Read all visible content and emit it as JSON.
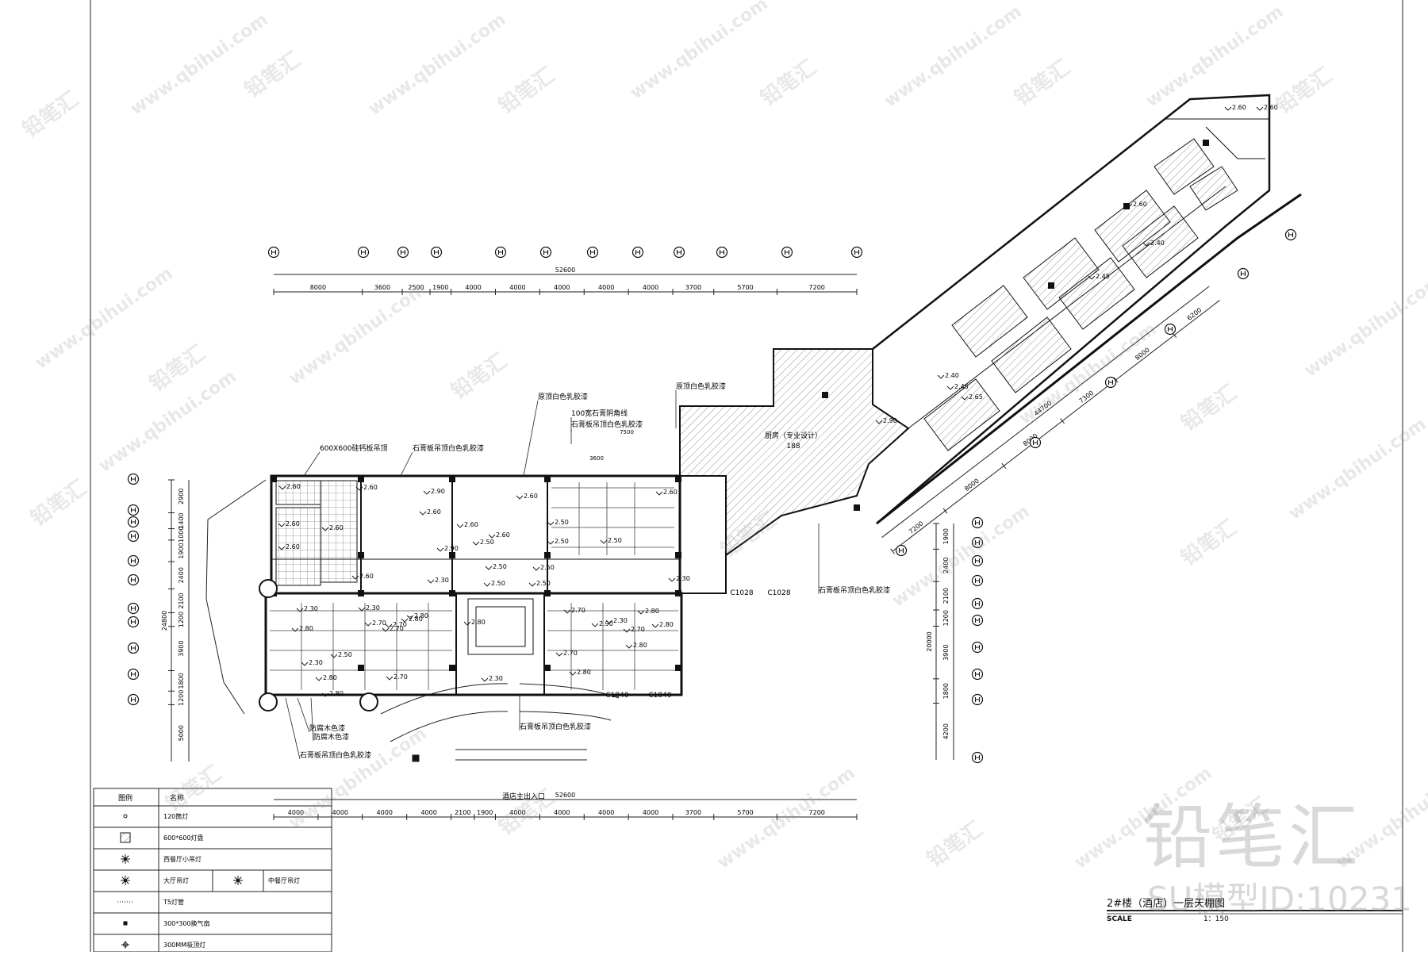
{
  "drawing": {
    "title": "2#楼（酒店）一层天棚图",
    "scale_label": "SCALE",
    "scale_value": "1：150",
    "main_entrance": "酒店主出入口",
    "kitchen_label": "厨房（专业设计）",
    "kitchen_height": "188"
  },
  "dimensions": {
    "top_total": "52600",
    "top_segments": [
      "8000",
      "3600",
      "2500",
      "1900",
      "4000",
      "4000",
      "4000",
      "4000",
      "4000",
      "3700",
      "5700",
      "7200"
    ],
    "bottom_total": "52600",
    "bottom_segments": [
      "4000",
      "4000",
      "4000",
      "4000",
      "2100",
      "1900",
      "4000",
      "4000",
      "4000",
      "4000",
      "3700",
      "5700",
      "7200"
    ],
    "left_total": "24800",
    "left_segments": [
      "2900",
      "1400",
      "1000",
      "1900",
      "2400",
      "2100",
      "1200",
      "3900",
      "1800",
      "1200",
      "5000"
    ],
    "right_total": "20000",
    "right_segments": [
      "1900",
      "2400",
      "2100",
      "1200",
      "3900",
      "1800",
      "4200"
    ],
    "wing_total": "44700",
    "wing_segments": [
      "6200",
      "8000",
      "7300",
      "8000",
      "8000",
      "7200"
    ],
    "kitchen_dims": [
      "7500",
      "3600"
    ]
  },
  "annotations": {
    "gypsum_ceiling_1": "石膏板吊顶白色乳胶漆",
    "gypsum_ceiling_2": "石膏板吊顶白色乳胶漆",
    "gypsum_ceiling_3": "石膏板吊顶白色乳胶漆",
    "gypsum_ceiling_4": "石膏板吊顶白色乳胶漆",
    "gypsum_ceiling_5": "石膏板吊顶白色乳胶漆",
    "original_ceiling_1": "原顶白色乳胶漆",
    "original_ceiling_2": "原顶白色乳胶漆",
    "cornice": "100宽石膏阴角线",
    "calcium_panel": "600X600硅钙板吊顶",
    "wood_paint_1": "防腐木色漆",
    "wood_paint_2": "防腐木色漆",
    "door_1": "C1028",
    "door_2": "C1028",
    "door_3": "C1840",
    "door_4": "C1840"
  },
  "heights": [
    "2.60",
    "2.60",
    "2.60",
    "2.60",
    "2.60",
    "2.90",
    "2.60",
    "2.60",
    "2.90",
    "2.60",
    "2.60",
    "2.60",
    "2.60",
    "2.50",
    "2.50",
    "2.50",
    "2.50",
    "2.50",
    "2.50",
    "2.30",
    "2.50",
    "2.50",
    "2.30",
    "2.30",
    "2.30",
    "2.70",
    "2.80",
    "2.70",
    "2.70",
    "2.80",
    "2.80",
    "2.30",
    "2.50",
    "2.80",
    "2.80",
    "2.70",
    "2.70",
    "2.70",
    "2.90",
    "2.30",
    "2.80",
    "2.80",
    "2.80",
    "2.70",
    "2.80",
    "2.30",
    "2.80",
    "2.40",
    "2.45",
    "2.60",
    "2.40",
    "2.45",
    "2.65",
    "2.90",
    "2.60",
    "2.60"
  ],
  "legend": {
    "header_symbol": "图例",
    "header_name": "名称",
    "items": [
      {
        "icon": "dot-downlight-icon",
        "name": "120筒灯"
      },
      {
        "icon": "hatched-panel-icon",
        "name": "600*600灯盘"
      },
      {
        "icon": "snowflake-pendant-icon",
        "name": "西餐厅小吊灯"
      },
      {
        "icon": "chandelier-icon",
        "name": "大厅吊灯"
      },
      {
        "icon": "dotted-line-icon",
        "name": "T5灯管"
      },
      {
        "icon": "square-fan-icon",
        "name": "300*300换气扇"
      },
      {
        "icon": "cross-light-icon",
        "name": "300MM吸顶灯"
      }
    ],
    "extra": {
      "icon": "diamond-pendant-icon",
      "name": "中餐厅吊灯"
    }
  },
  "watermark": {
    "brand": "铅笔汇",
    "site": "www.qbihui.com",
    "model_id": "SU模型ID:10231"
  }
}
